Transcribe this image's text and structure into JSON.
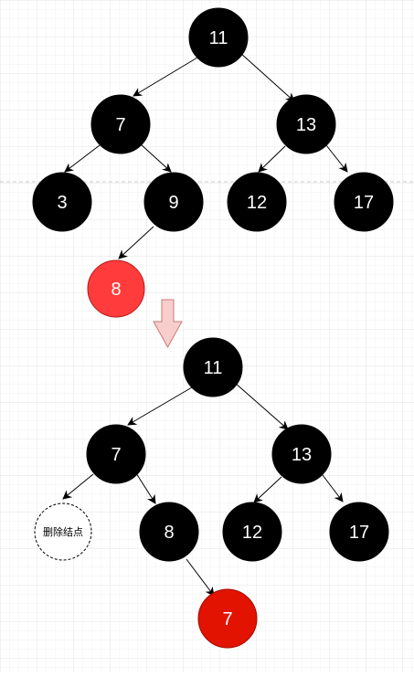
{
  "colors": {
    "grid": "#e9e9e9",
    "black_node": "#000000",
    "red_node_top": "#ff3b3b",
    "red_node_bottom": "#e21300",
    "arrow_fill": "#f8cecc",
    "arrow_stroke": "#c77b78"
  },
  "top_tree": {
    "nodes": {
      "n11": "11",
      "n7": "7",
      "n13": "13",
      "n3": "3",
      "n9": "9",
      "n12": "12",
      "n17": "17",
      "n8": "8"
    }
  },
  "bottom_tree": {
    "nodes": {
      "n11": "11",
      "n7": "7",
      "n13": "13",
      "deleted": "删除结点",
      "n8": "8",
      "n12": "12",
      "n17": "17",
      "n7red": "7"
    }
  },
  "transition_icon": "down-arrow-icon"
}
